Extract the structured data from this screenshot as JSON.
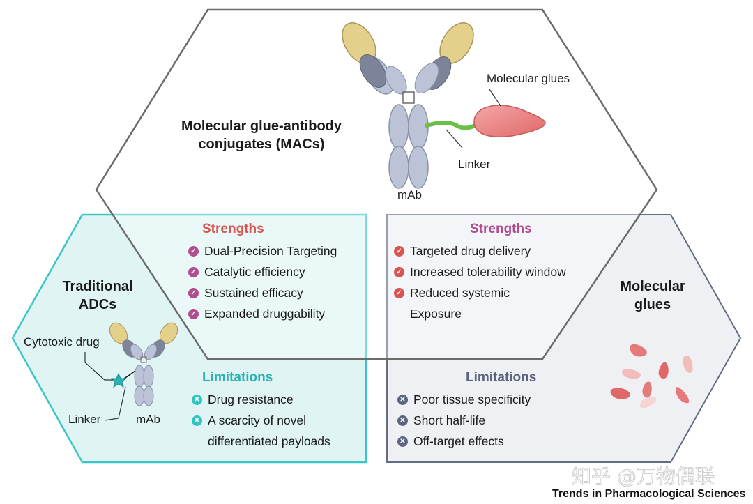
{
  "mac": {
    "title_line1": "Molecular glue-antibody",
    "title_line2": "conjugates (MACs)",
    "label_glues": "Molecular glues",
    "label_linker": "Linker",
    "label_mab": "mAb",
    "strengths_header": "Strengths",
    "strengths": [
      "Dual-Precision Targeting",
      "Catalytic efficiency",
      "Sustained efficacy",
      "Expanded druggability"
    ]
  },
  "adc": {
    "title_line1": "Traditional",
    "title_line2": "ADCs",
    "label_drug": "Cytotoxic drug",
    "label_linker": "Linker",
    "label_mab": "mAb",
    "limitations_header": "Limitations",
    "limitations": [
      "Drug resistance",
      "A scarcity of novel",
      "differentiated payloads"
    ]
  },
  "glue": {
    "title_line1": "Molecular",
    "title_line2": "glues",
    "strengths_header": "Strengths",
    "strengths": [
      "Targeted drug delivery",
      "Increased tolerability window",
      "Reduced systemic",
      "Exposure"
    ],
    "limitations_header": "Limitations",
    "limitations": [
      "Poor tissue specificity",
      "Short half-life",
      "Off-target effects"
    ]
  },
  "watermark": "知乎 @万物偶联",
  "source": "Trends in Pharmacological Sciences",
  "colors": {
    "teal": "#2ec4c4",
    "teal_fill": "#dff4f4",
    "slate": "#5c6580",
    "slate_fill": "#eef0f4",
    "hex_outline": "#6b6b6b",
    "strength_red": "#d9534f",
    "strength_purple": "#b04d8f",
    "glue_pink": "#e57a7a",
    "linker_green": "#6cc04a"
  },
  "icons": [
    "check-icon",
    "cross-icon"
  ]
}
